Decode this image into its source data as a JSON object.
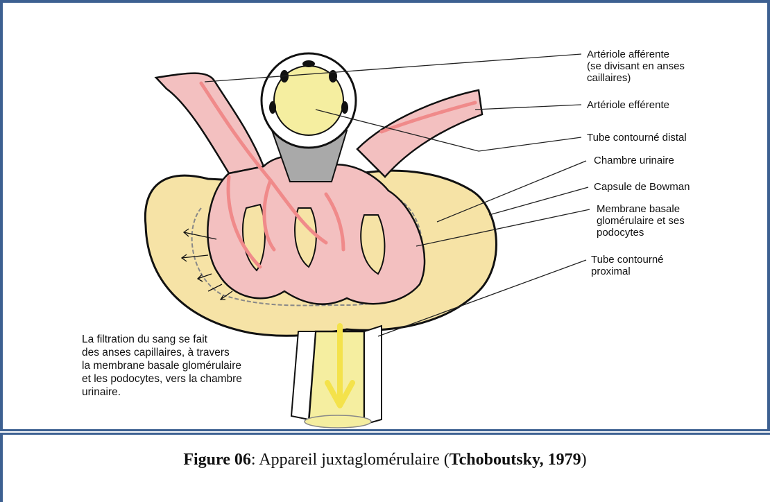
{
  "labels": {
    "afferent_1": "Artériole afférente",
    "afferent_2": "(se divisant en anses",
    "afferent_3": "caillaires)",
    "efferent": "Artériole efférente",
    "distal": "Tube contourné distal",
    "chamber": "Chambre urinaire",
    "capsule": "Capsule de Bowman",
    "membrane_1": "Membrane basale",
    "membrane_2": "glomérulaire et ses",
    "membrane_3": "podocytes",
    "proximal_1": "Tube contourné",
    "proximal_2": "proximal"
  },
  "note": {
    "line1": "La filtration du sang se fait",
    "line2": "des anses capillaires, à travers",
    "line3": "la membrane basale glomérulaire",
    "line4": "et les podocytes, vers la chambre",
    "line5": "urinaire."
  },
  "caption": {
    "figure": "Figure 06",
    "sep": ": Appareil juxtaglomérulaire (",
    "author": "Tchoboutsky, 1979",
    "end": ")"
  },
  "colors": {
    "frame": "#3d6091",
    "capsule": "#f6e3a6",
    "vessel": "#f3c0c0",
    "arrow": "#f08a8a",
    "tubule": "#f5eea0",
    "flow": "#f4e24b"
  }
}
